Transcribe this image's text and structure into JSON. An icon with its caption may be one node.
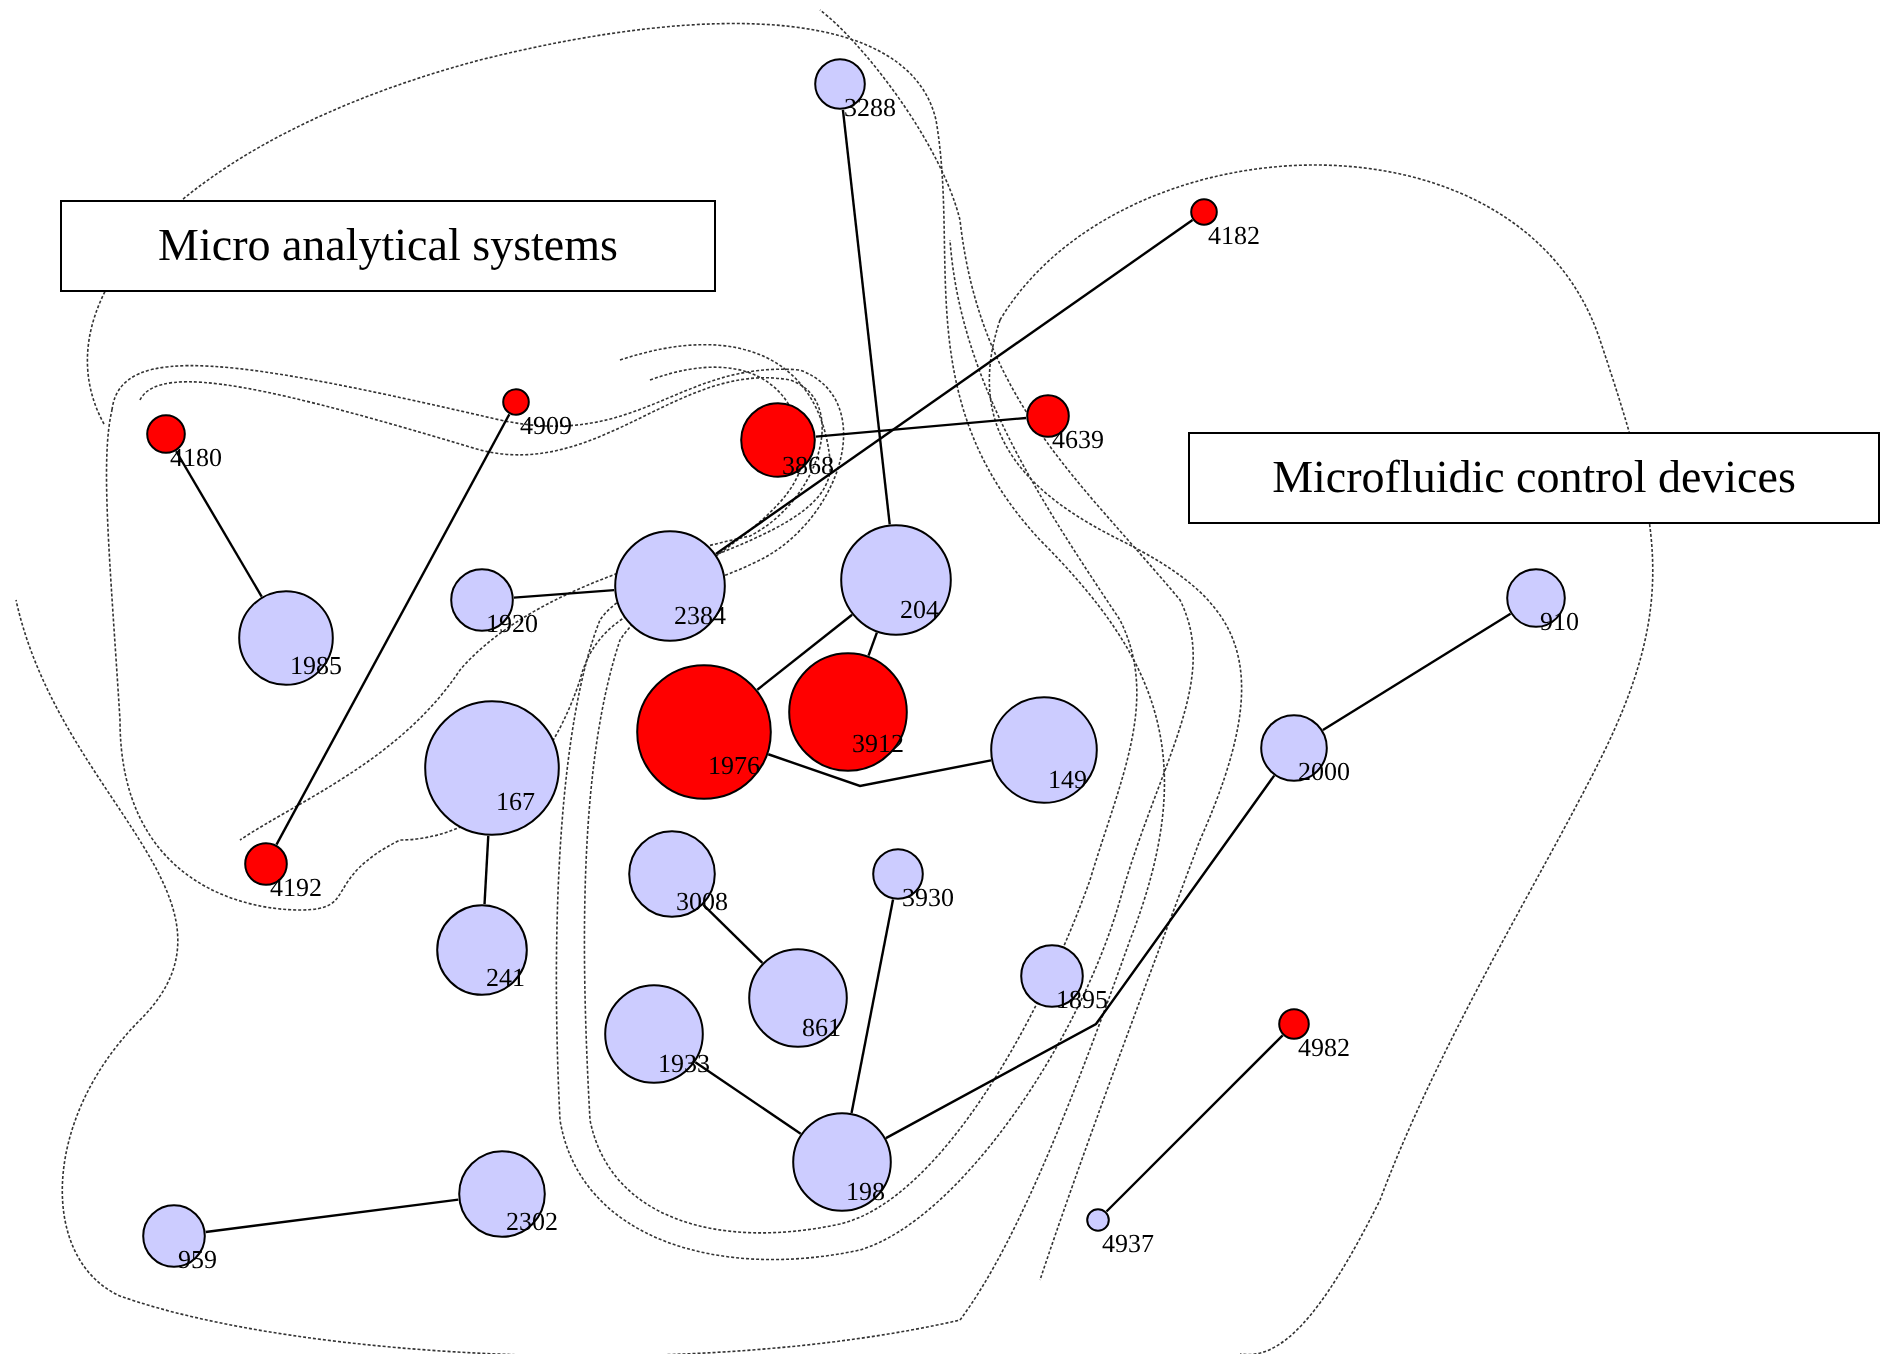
{
  "diagram": {
    "nodes": [
      {
        "text": [
          "Micro analytical systems"
        ]
      },
      {
        "text": [
          "Microfluidic control devices"
        ]
      },
      {
        "text": [
          "3288"
        ]
      },
      {
        "text": [
          "4182"
        ]
      },
      {
        "text": [
          "4639"
        ]
      },
      {
        "text": [
          "3868"
        ]
      },
      {
        "text": [
          "4180"
        ]
      },
      {
        "text": [
          "4909"
        ]
      },
      {
        "text": [
          "1985"
        ]
      },
      {
        "text": [
          "1920"
        ]
      },
      {
        "text": [
          "2384"
        ]
      },
      {
        "text": [
          "204"
        ]
      },
      {
        "text": [
          "1976"
        ]
      },
      {
        "text": [
          "3912"
        ]
      },
      {
        "text": [
          "149"
        ]
      },
      {
        "text": [
          "167"
        ]
      },
      {
        "text": [
          "4192"
        ]
      },
      {
        "text": [
          "3008"
        ]
      },
      {
        "text": [
          "3930"
        ]
      },
      {
        "text": [
          "241"
        ]
      },
      {
        "text": [
          "861"
        ]
      },
      {
        "text": [
          "1895"
        ]
      },
      {
        "text": [
          "1933"
        ]
      },
      {
        "text": [
          "198"
        ]
      },
      {
        "text": [
          "2000"
        ]
      },
      {
        "text": [
          "910"
        ]
      },
      {
        "text": [
          "4982"
        ]
      },
      {
        "text": [
          "4937"
        ]
      },
      {
        "text": [
          "2302"
        ]
      },
      {
        "text": [
          "959"
        ]
      }
    ],
    "edges": [
      {
        "from": 2,
        "to": 11,
        "arrow": "none"
      },
      {
        "from": 11,
        "to": 13,
        "arrow": "none"
      },
      {
        "from": 11,
        "to": 12,
        "arrow": "none"
      },
      {
        "from": 12,
        "to": 14,
        "arrow": "none"
      },
      {
        "from": 3,
        "to": 10,
        "arrow": "none"
      },
      {
        "from": 9,
        "to": 10,
        "arrow": "none"
      },
      {
        "from": 5,
        "to": 4,
        "arrow": "none"
      },
      {
        "from": 6,
        "to": 8,
        "arrow": "none"
      },
      {
        "from": 7,
        "to": 16,
        "arrow": "none"
      },
      {
        "from": 15,
        "to": 19,
        "arrow": "none"
      },
      {
        "from": 17,
        "to": 20,
        "arrow": "none"
      },
      {
        "from": 18,
        "to": 23,
        "arrow": "none"
      },
      {
        "from": 22,
        "to": 23,
        "arrow": "none"
      },
      {
        "from": 23,
        "to": 24,
        "arrow": "none"
      },
      {
        "from": 24,
        "to": 25,
        "arrow": "none"
      },
      {
        "from": 26,
        "to": 27,
        "arrow": "none"
      },
      {
        "from": 29,
        "to": 28,
        "arrow": "none"
      }
    ]
  }
}
